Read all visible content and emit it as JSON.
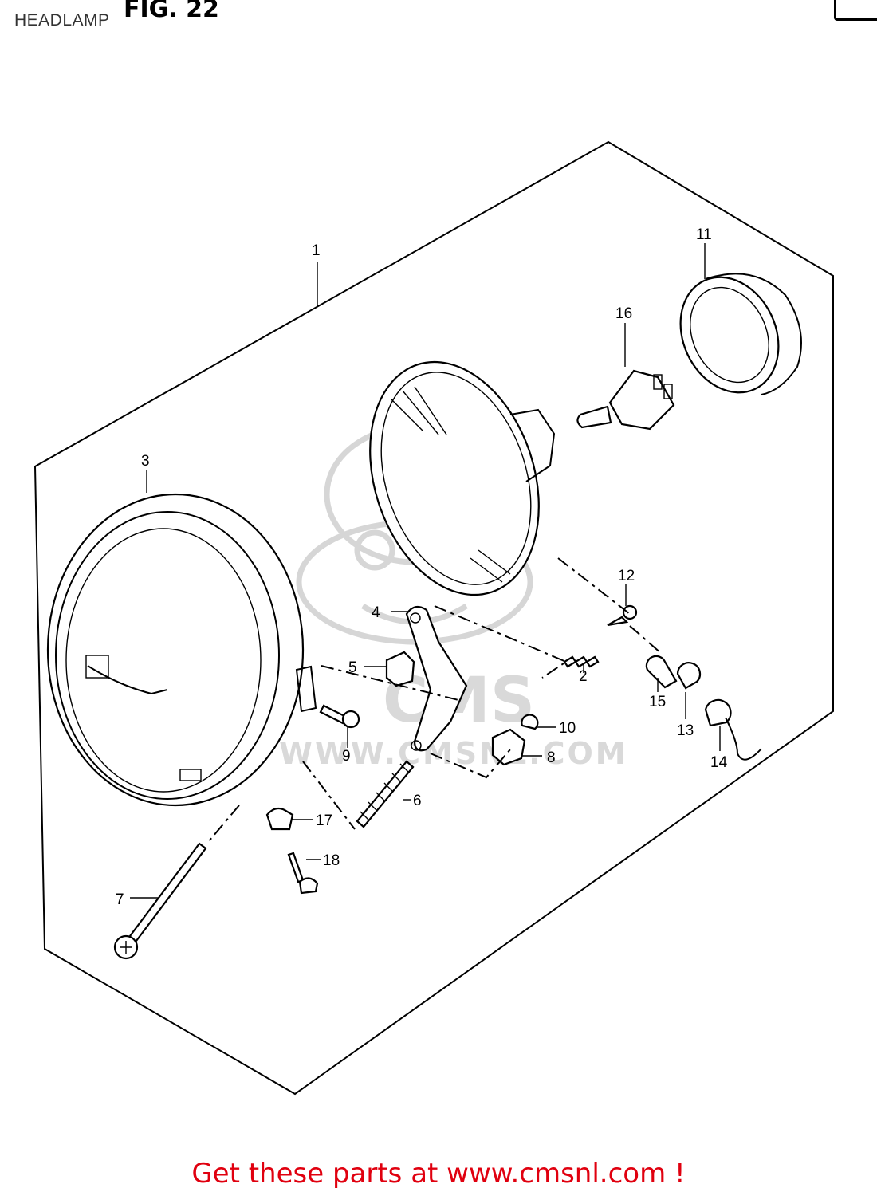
{
  "header": {
    "title": "HEADLAMP",
    "figure_label": "FIG. 22"
  },
  "watermark": {
    "logo_text": "CMS",
    "url_text": "WWW.CMSNL.COM"
  },
  "callouts": [
    {
      "id": "1",
      "label": "1"
    },
    {
      "id": "2",
      "label": "2"
    },
    {
      "id": "3",
      "label": "3"
    },
    {
      "id": "4",
      "label": "4"
    },
    {
      "id": "5",
      "label": "5"
    },
    {
      "id": "6",
      "label": "6"
    },
    {
      "id": "7",
      "label": "7"
    },
    {
      "id": "8",
      "label": "8"
    },
    {
      "id": "9",
      "label": "9"
    },
    {
      "id": "10",
      "label": "10"
    },
    {
      "id": "11",
      "label": "11"
    },
    {
      "id": "12",
      "label": "12"
    },
    {
      "id": "13",
      "label": "13"
    },
    {
      "id": "14",
      "label": "14"
    },
    {
      "id": "15",
      "label": "15"
    },
    {
      "id": "16",
      "label": "16"
    },
    {
      "id": "17",
      "label": "17"
    },
    {
      "id": "18",
      "label": "18"
    }
  ],
  "footer": {
    "promo_text": "Get these parts at www.cmsnl.com !",
    "promo_color": "#e0000f"
  }
}
